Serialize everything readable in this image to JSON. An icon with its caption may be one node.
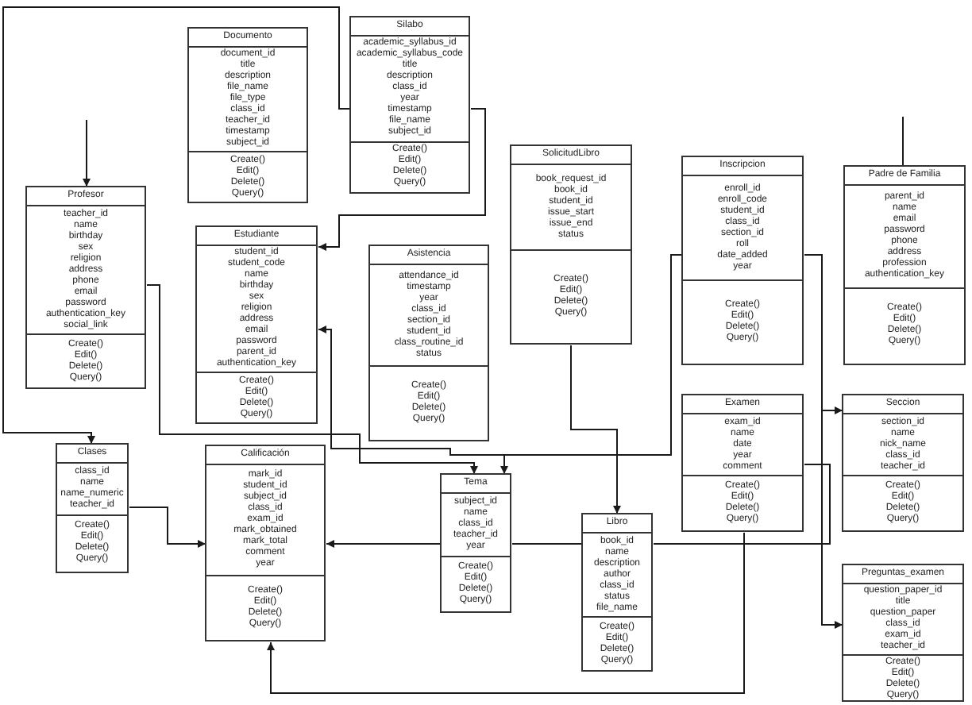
{
  "diagram": {
    "nodes": [
      {
        "text": [
          "Documento",
          "document_id title description file_name file_type class_id teacher_id timestamp subject_id",
          "Create() Edit() Delete() Query()"
        ]
      },
      {
        "text": [
          "Silabo",
          "academic_syllabus_id academic_syllabus_code title description class_id year timestamp file_name subject_id",
          "Create() Edit() Delete() Query()"
        ]
      },
      {
        "text": [
          "Profesor",
          "teacher_id name birthday sex religion address phone email password authentication_key social_link",
          "Create() Edit() Delete() Query()"
        ]
      },
      {
        "text": [
          "Estudiante",
          "student_id student_code name birthday sex religion address email password parent_id authentication_key",
          "Create() Edit() Delete() Query()"
        ]
      },
      {
        "text": [
          "Asistencia",
          "attendance_id timestamp year class_id section_id student_id class_routine_id status",
          "Create() Edit() Delete() Query()"
        ]
      },
      {
        "text": [
          "SolicitudLibro",
          "book_request_id book_id student_id issue_start issue_end status",
          "Create() Edit() Delete() Query()"
        ]
      },
      {
        "text": [
          "Inscripcion",
          "enroll_id enroll_code student_id class_id section_id roll date_added year",
          "Create() Edit() Delete() Query()"
        ]
      },
      {
        "text": [
          "Padre de Familia",
          "parent_id name email password phone address profession authentication_key",
          "Create() Edit() Delete() Query()"
        ]
      },
      {
        "text": [
          "Clases",
          "class_id name name_numeric teacher_id",
          "Create() Edit() Delete() Query()"
        ]
      },
      {
        "text": [
          "Calificación",
          "mark_id student_id subject_id class_id exam_id mark_obtained mark_total comment year",
          "Create() Edit() Delete() Query()"
        ]
      },
      {
        "text": [
          "Tema",
          "subject_id name class_id teacher_id year",
          "Create() Edit() Delete() Query()"
        ]
      },
      {
        "text": [
          "Libro",
          "book_id name description author class_id status file_name",
          "Create() Edit() Delete() Query()"
        ]
      },
      {
        "text": [
          "Examen",
          "exam_id name date year comment",
          "Create() Edit() Delete() Query()"
        ]
      },
      {
        "text": [
          "Seccion",
          "section_id name nick_name class_id teacher_id",
          "Create() Edit() Delete() Query()"
        ]
      },
      {
        "text": [
          "Preguntas_examen",
          "question_paper_id title question_paper class_id exam_id teacher_id",
          "Create() Edit() Delete() Query()"
        ]
      }
    ],
    "edges": [
      {
        "from": 1,
        "to": 8,
        "arrow": "to"
      },
      {
        "from": null,
        "to": 2,
        "arrow": "to"
      },
      {
        "from": 1,
        "to": 3,
        "arrow": "to"
      },
      {
        "from": 2,
        "to": 10,
        "arrow": "to"
      },
      {
        "from": 6,
        "to": 3,
        "arrow": "to"
      },
      {
        "from": 6,
        "to": 10,
        "arrow": "to"
      },
      {
        "from": 5,
        "to": 11,
        "arrow": "to"
      },
      {
        "from": 8,
        "to": 9,
        "arrow": "to"
      },
      {
        "from": 10,
        "to": 9,
        "arrow": "to"
      },
      {
        "from": 10,
        "to": 11,
        "arrow": "none"
      },
      {
        "from": 12,
        "to": 11,
        "arrow": "none"
      },
      {
        "from": 12,
        "to": 9,
        "arrow": "to"
      },
      {
        "from": 6,
        "to": 13,
        "arrow": "to"
      },
      {
        "from": 6,
        "to": 14,
        "arrow": "to"
      },
      {
        "from": 7,
        "to": null,
        "arrow": "none"
      }
    ]
  }
}
